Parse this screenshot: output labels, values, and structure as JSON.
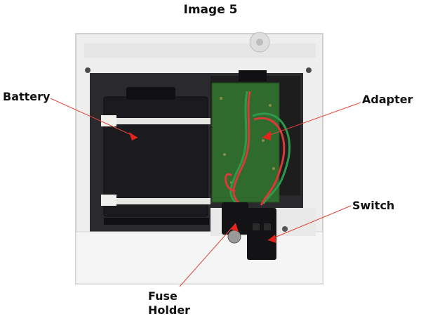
{
  "figure": {
    "title": "Image 5",
    "labels": {
      "battery": "Battery",
      "adapter": "Adapter",
      "switch": "Switch",
      "fuse_line1": "Fuse",
      "fuse_line2": "Holder"
    },
    "colors": {
      "annotation_line": "#e0473a",
      "arrow": "#e8231c",
      "housing": "#ececec",
      "battery": "#1b1b1f",
      "pcb": "#2f6b2c"
    }
  }
}
